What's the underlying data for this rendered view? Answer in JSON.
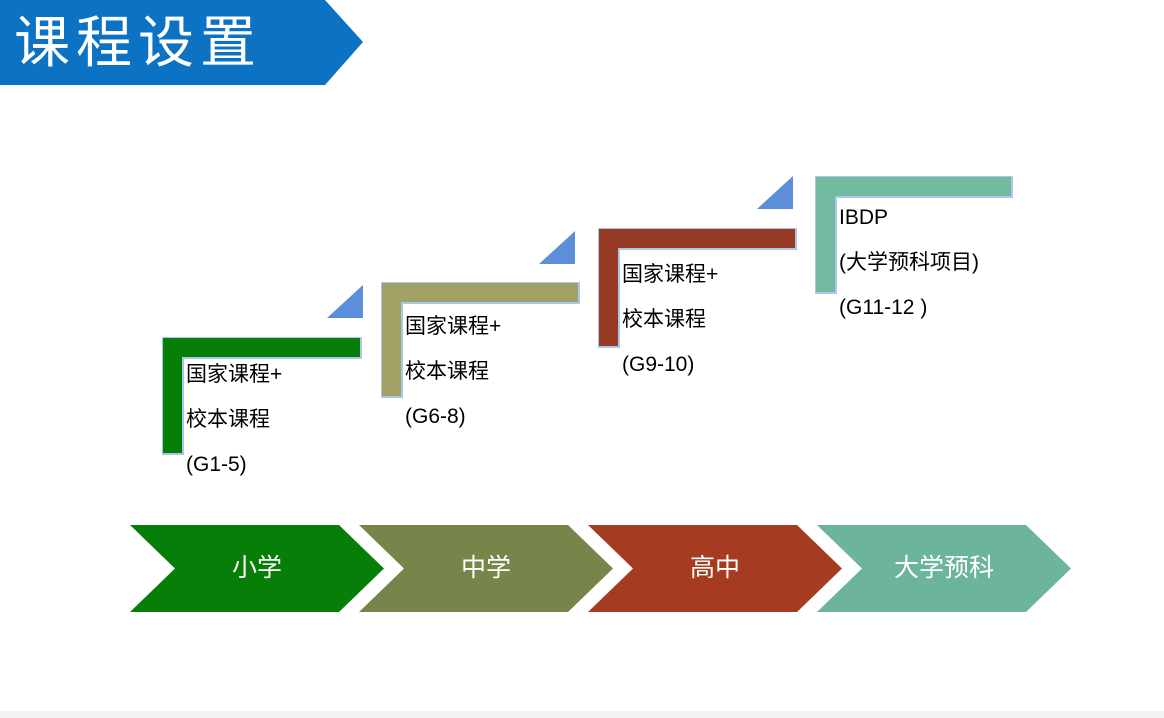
{
  "title_banner": {
    "label": "课程设置",
    "bg_color": "#0c72c4",
    "text_color": "#ffffff"
  },
  "steps": [
    {
      "name": "primary",
      "lines": [
        "国家课程+",
        "校本课程",
        "(G1-5)"
      ],
      "color": "#077e07",
      "outline_color": "#a9c7e9"
    },
    {
      "name": "middle",
      "lines": [
        "国家课程+",
        "校本课程",
        "(G6-8)"
      ],
      "color": "#a2a266",
      "outline_color": "#a9c7e9"
    },
    {
      "name": "high",
      "lines": [
        "国家课程+",
        "校本课程",
        "(G9-10)"
      ],
      "color": "#963a24",
      "outline_color": "#a9c7e9"
    },
    {
      "name": "pre-university",
      "lines": [
        "IBDP",
        "(大学预科项目)",
        "(G11-12 )"
      ],
      "color": "#72b9a0",
      "outline_color": "#a9c7e9"
    }
  ],
  "connector_triangles": {
    "color": "#5c8ed9",
    "count": 3
  },
  "timeline": {
    "items": [
      {
        "label": "小学",
        "color": "#077e07"
      },
      {
        "label": "中学",
        "color": "#76864a"
      },
      {
        "label": "高中",
        "color": "#a53b20"
      },
      {
        "label": "大学预科",
        "color": "#6cb49d"
      }
    ],
    "text_color": "#ffffff"
  },
  "footer_bar_color": "#f2f2f2",
  "body_text_color": "#000000"
}
